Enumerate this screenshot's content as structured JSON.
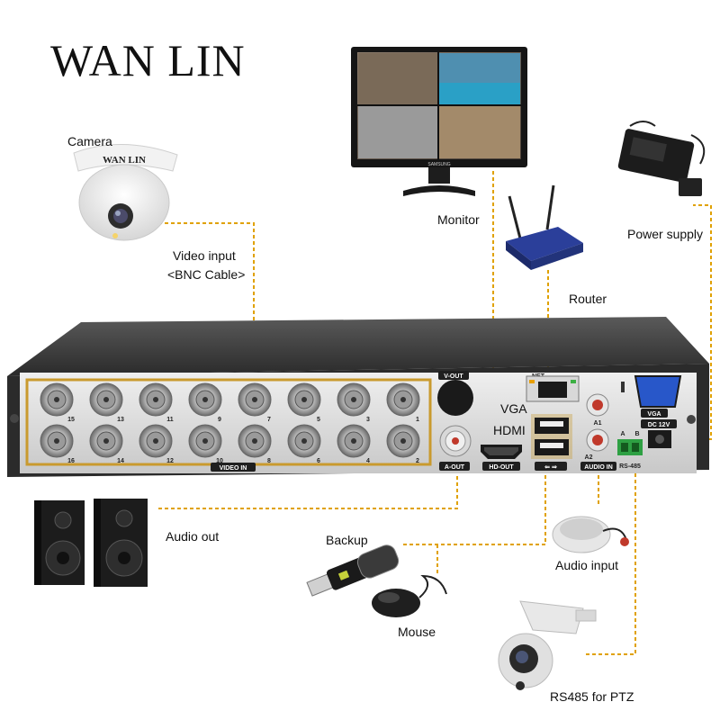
{
  "brand": "WAN LIN",
  "camera": {
    "label": "Camera",
    "logo": "WAN LIN"
  },
  "video_input": {
    "line1": "Video input",
    "line2": "<BNC Cable>"
  },
  "monitor": {
    "label": "Monitor",
    "brand": "SAMSUNG"
  },
  "power_supply": {
    "label": "Power supply"
  },
  "router": {
    "label": "Router"
  },
  "audio_out": {
    "label": "Audio out"
  },
  "backup": {
    "label": "Backup"
  },
  "mouse": {
    "label": "Mouse"
  },
  "audio_input": {
    "label": "Audio input"
  },
  "ptz": {
    "label": "RS485 for PTZ"
  },
  "connector_labels": {
    "vga": "VGA",
    "hdmi": "HDMI"
  },
  "panel": {
    "video_in": "VIDEO IN",
    "v_out": "V-OUT",
    "a_out": "A-OUT",
    "hd_out": "HD-OUT",
    "net": "NET",
    "vga": "VGA",
    "dc": "DC 12V",
    "audio_in": "AUDIO IN",
    "rs485": "RS-485",
    "a1": "A1",
    "a2": "A2",
    "a": "A",
    "b": "B",
    "top_row_numbers": [
      "15",
      "13",
      "11",
      "9",
      "7",
      "5",
      "3",
      "1"
    ],
    "bottom_row_numbers": [
      "16",
      "14",
      "12",
      "10",
      "8",
      "6",
      "4",
      "2"
    ]
  },
  "colors": {
    "dashed_line": "#e0a100",
    "chassis": "#2b2b2b",
    "panel": "#d9d9d9",
    "highlight_box": "#c99a2e"
  },
  "icons": [
    "dome-camera-icon",
    "monitor-icon",
    "power-adapter-icon",
    "router-icon",
    "speaker-icon",
    "usb-drive-icon",
    "mouse-icon",
    "microphone-icon",
    "ptz-camera-icon"
  ]
}
